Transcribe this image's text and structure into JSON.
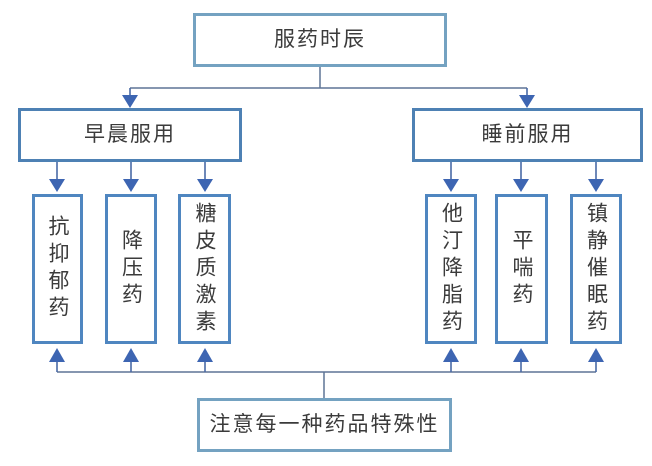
{
  "diagram": {
    "type": "flowchart",
    "title": "服药时辰",
    "branches": [
      {
        "label": "早晨服用",
        "children": [
          "抗抑郁药",
          "降压药",
          "糖皮质激素"
        ]
      },
      {
        "label": "睡前服用",
        "children": [
          "他汀降脂药",
          "平喘药",
          "镇静催眠药"
        ]
      }
    ],
    "footer_note": "注意每一种药品特殊性",
    "colors": {
      "node_border": "#4e81b4",
      "vertical_node_border": "#4f86c0",
      "soft_node_border": "#74a2c1",
      "arrow_fill": "#3d65b2",
      "connector_line": "#5e7495",
      "text": "#3b3b3b",
      "background": "#ffffff"
    }
  }
}
